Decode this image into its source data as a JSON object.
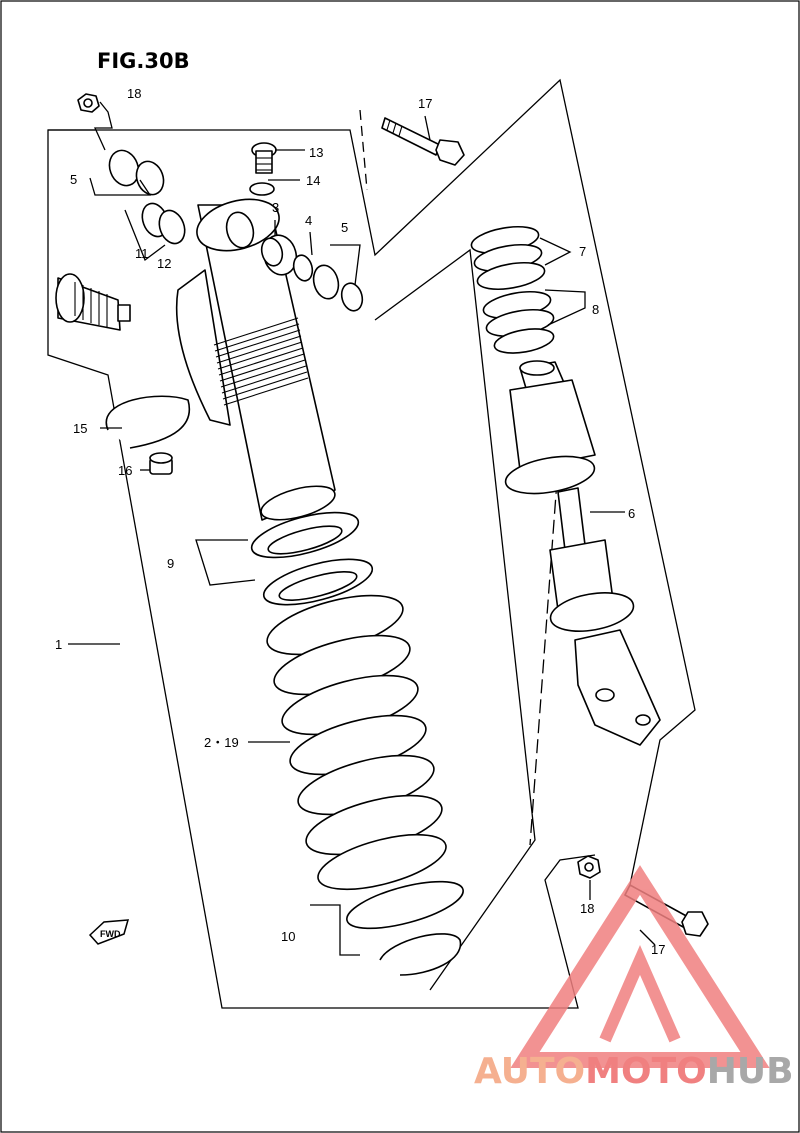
{
  "figure": {
    "title": "FIG.30B"
  },
  "callouts": {
    "c1": "1",
    "c2_19": "2・19",
    "c3": "3",
    "c4": "4",
    "c5a": "5",
    "c5b": "5",
    "c6": "6",
    "c7": "7",
    "c8": "8",
    "c9": "9",
    "c10": "10",
    "c11": "11",
    "c12": "12",
    "c13": "13",
    "c14": "14",
    "c15": "15",
    "c16": "16",
    "c17a": "17",
    "c17b": "17",
    "c18a": "18",
    "c18b": "18"
  },
  "fwd": {
    "label": "FWD"
  },
  "watermark": {
    "part1": "AUTO",
    "part2": "MOTO",
    "part3": "HUB",
    "color1": "#F5B090",
    "color2": "#F08080",
    "color3": "#A8A8A8"
  }
}
